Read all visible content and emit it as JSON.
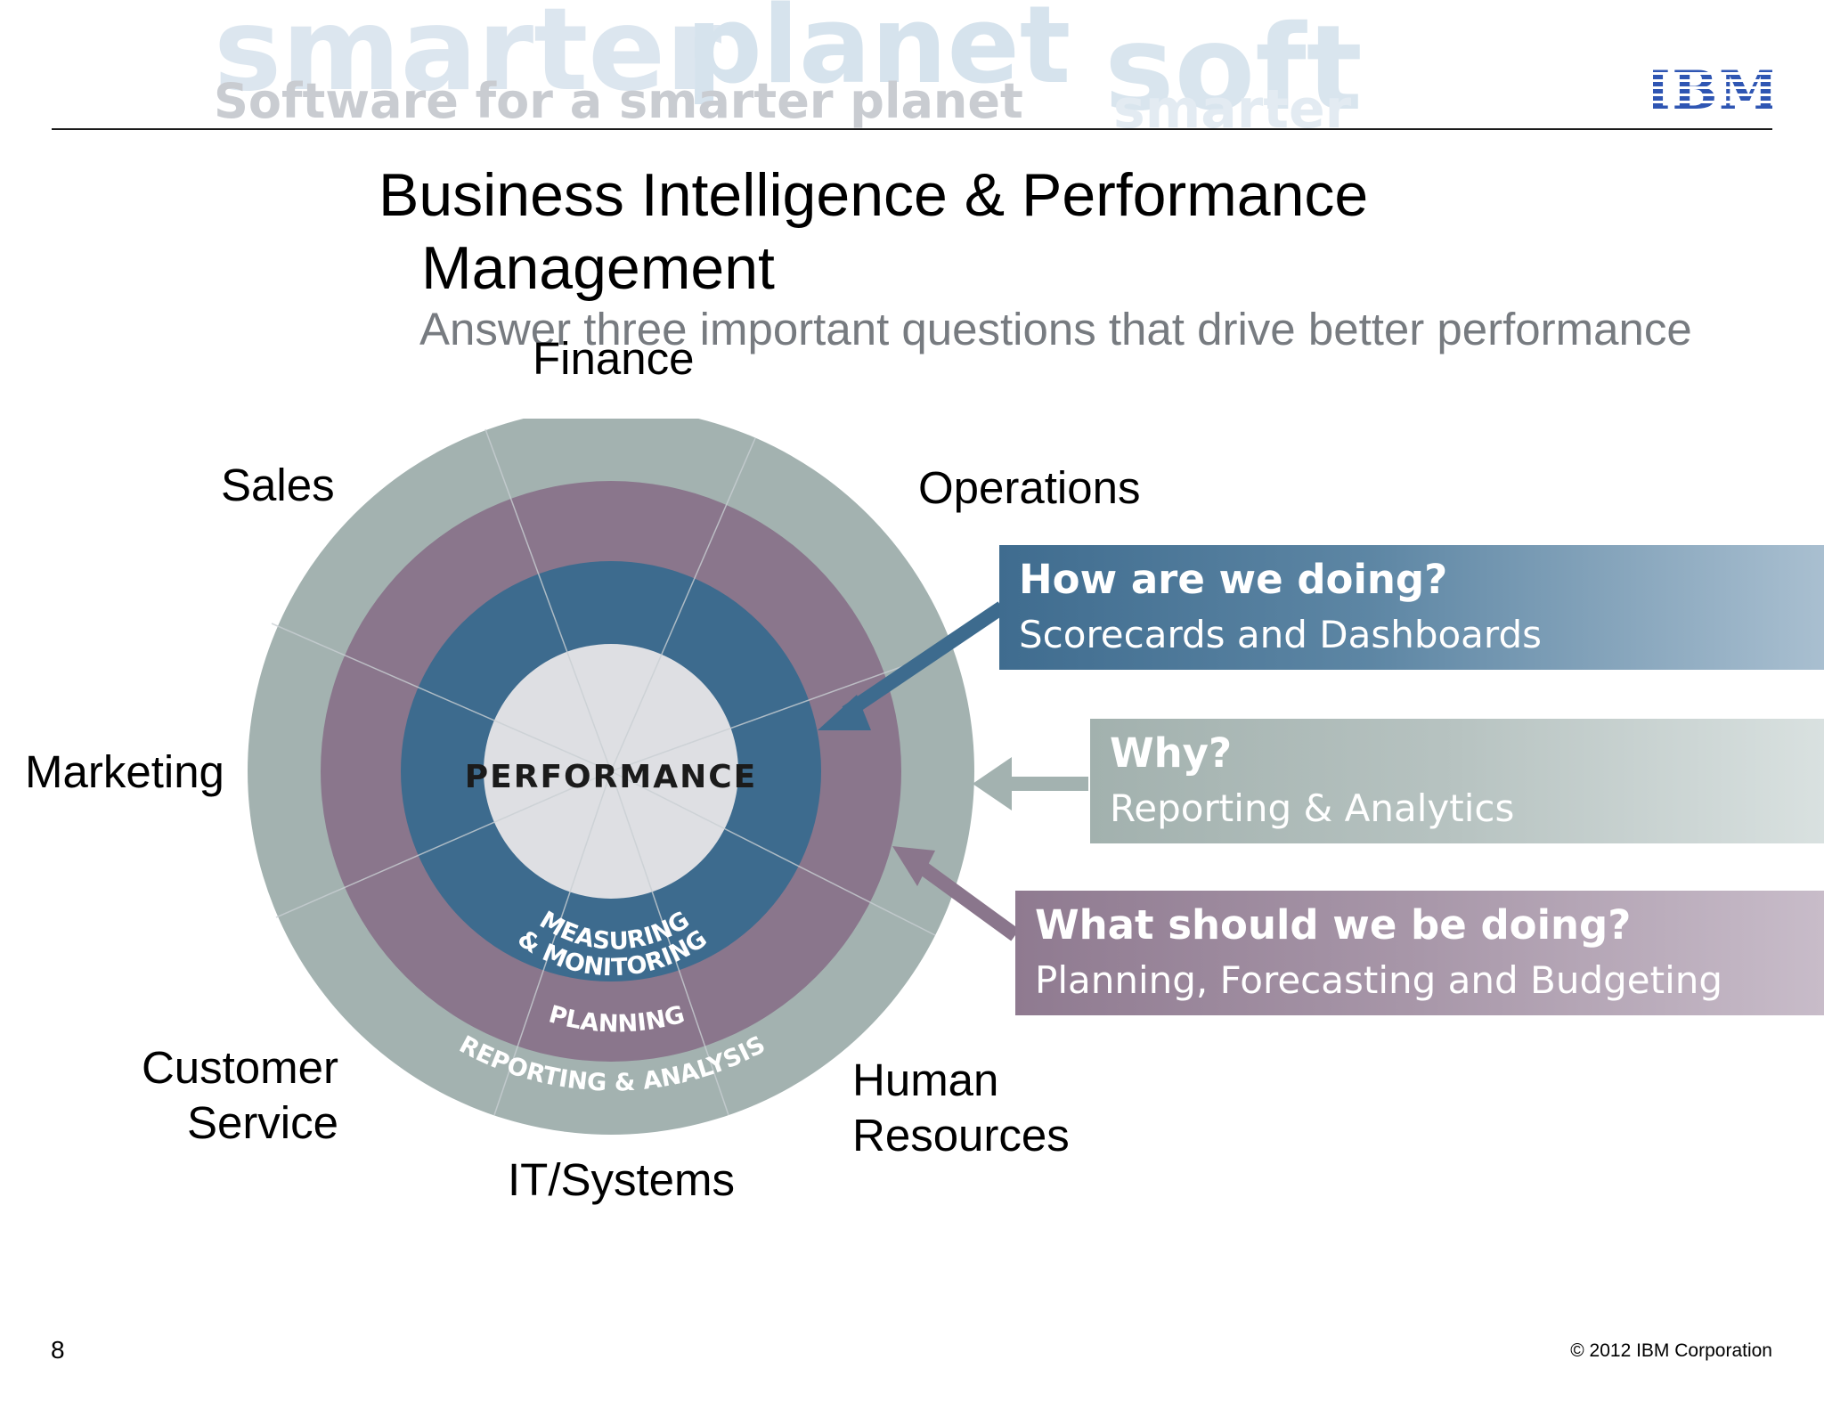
{
  "banner": {
    "watermark_words": [
      "smarter",
      "planet",
      "soft",
      "smarter"
    ],
    "watermark_tagline": "Software for a smarter planet",
    "logo_text": "IBM"
  },
  "slide": {
    "title_line1": "Business Intelligence & Performance",
    "title_line2": "Management",
    "subtitle": "Answer three important questions that drive better performance"
  },
  "wheel": {
    "center_label": "PERFORMANCE",
    "ring_labels": [
      "MEASURING",
      "& MONITORING",
      "PLANNING",
      "REPORTING & ANALYSIS"
    ],
    "colors": {
      "outer": "#a3b2b0",
      "planning": "#8a768c",
      "measuring": "#3d6b8e",
      "center": "#dedfe3"
    }
  },
  "departments": {
    "finance": "Finance",
    "sales": "Sales",
    "operations": "Operations",
    "marketing": "Marketing",
    "customer_service_1": "Customer",
    "customer_service_2": "Service",
    "it_systems": "IT/Systems",
    "human_resources_1": "Human",
    "human_resources_2": "Resources"
  },
  "callouts": [
    {
      "question": "How are we doing?",
      "answer": "Scorecards and Dashboards",
      "color": "#3f6c8f"
    },
    {
      "question": "Why?",
      "answer": "Reporting & Analytics",
      "color": "#a2b1ae"
    },
    {
      "question": "What should we be doing?",
      "answer": "Planning, Forecasting and Budgeting",
      "color": "#8f7a90"
    }
  ],
  "footer": {
    "page_number": "8",
    "copyright": "© 2012 IBM Corporation"
  }
}
